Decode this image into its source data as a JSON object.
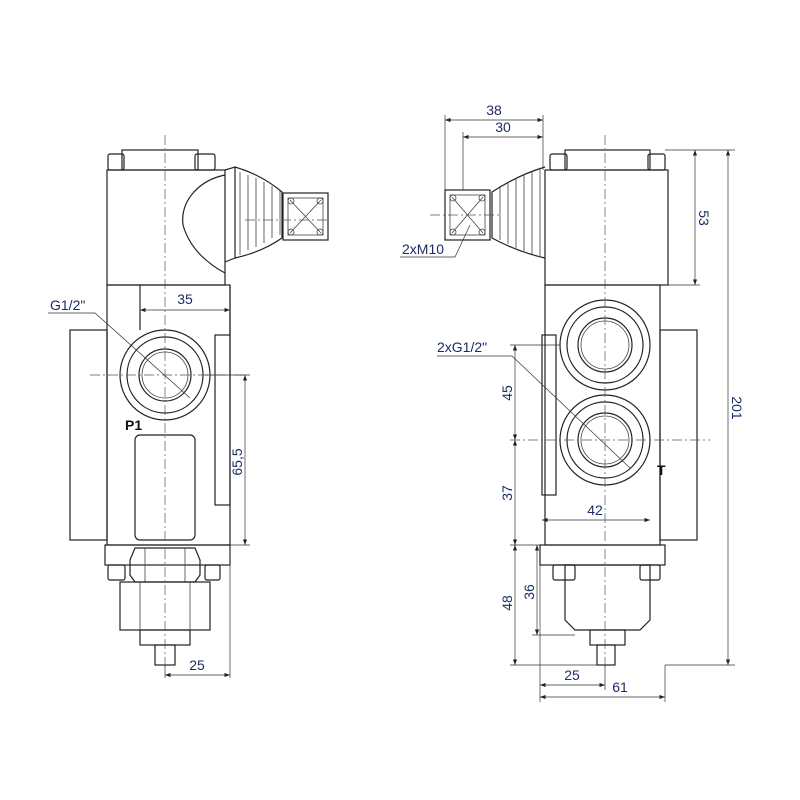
{
  "left_view": {
    "port_label": "G1/2\"",
    "port_name": "P1",
    "dim_width": "35",
    "dim_height": "65,5",
    "dim_bottom": "25"
  },
  "right_view": {
    "dim_38": "38",
    "dim_30": "30",
    "connector_thread": "2xM10",
    "dim_53": "53",
    "port_label": "2xG1/2\"",
    "dim_45": "45",
    "dim_37": "37",
    "dim_42": "42",
    "dim_201": "201",
    "dim_48": "48",
    "dim_36": "36",
    "dim_25": "25",
    "dim_61": "61",
    "port_mark": "T"
  },
  "colors": {
    "line": "#222222",
    "dimension_text": "#1c2c66"
  }
}
